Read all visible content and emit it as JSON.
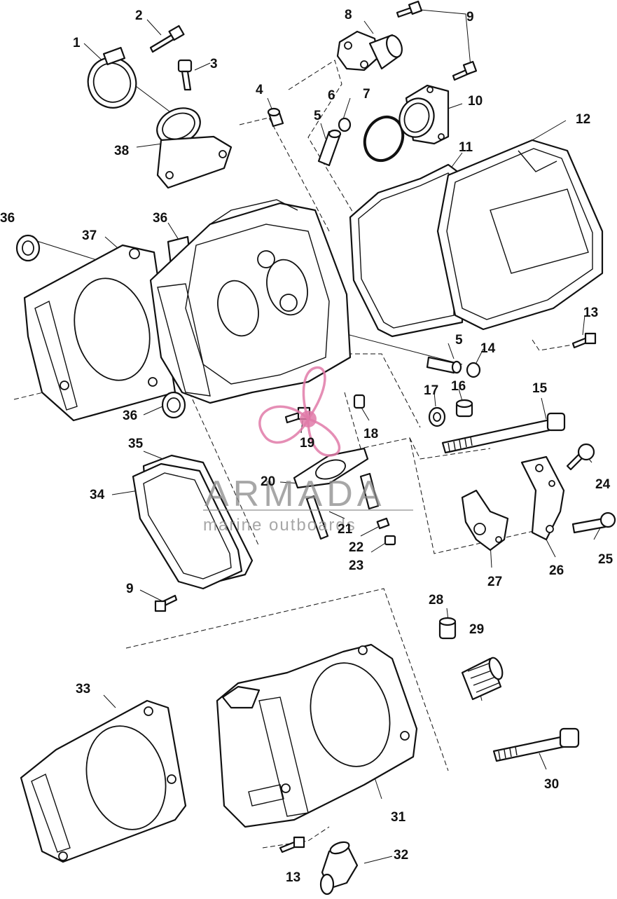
{
  "watermark": {
    "brand": "ARMADA",
    "tagline": "marine outboards",
    "logo_color": "#e07aa8",
    "text_color": "#8a8a8a"
  },
  "callouts": [
    {
      "n": "1"
    },
    {
      "n": "2"
    },
    {
      "n": "3"
    },
    {
      "n": "4"
    },
    {
      "n": "5"
    },
    {
      "n": "6"
    },
    {
      "n": "7"
    },
    {
      "n": "8"
    },
    {
      "n": "9"
    },
    {
      "n": "10"
    },
    {
      "n": "11"
    },
    {
      "n": "12"
    },
    {
      "n": "13"
    },
    {
      "n": "5"
    },
    {
      "n": "14"
    },
    {
      "n": "15"
    },
    {
      "n": "16"
    },
    {
      "n": "17"
    },
    {
      "n": "18"
    },
    {
      "n": "19"
    },
    {
      "n": "20"
    },
    {
      "n": "21"
    },
    {
      "n": "22"
    },
    {
      "n": "23"
    },
    {
      "n": "24"
    },
    {
      "n": "25"
    },
    {
      "n": "26"
    },
    {
      "n": "27"
    },
    {
      "n": "28"
    },
    {
      "n": "29"
    },
    {
      "n": "30"
    },
    {
      "n": "31"
    },
    {
      "n": "32"
    },
    {
      "n": "33"
    },
    {
      "n": "34"
    },
    {
      "n": "35"
    },
    {
      "n": "36"
    },
    {
      "n": "36"
    },
    {
      "n": "36"
    },
    {
      "n": "37"
    },
    {
      "n": "38"
    },
    {
      "n": "9"
    },
    {
      "n": "13"
    }
  ]
}
